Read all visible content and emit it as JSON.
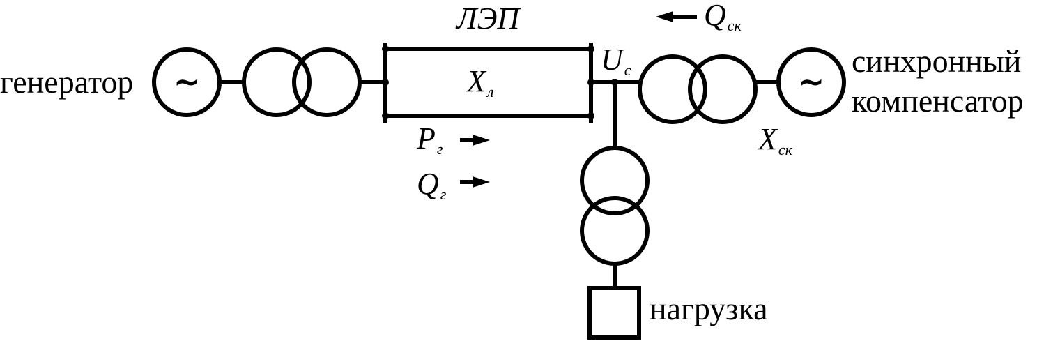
{
  "labels": {
    "generator": "генератор",
    "compensator_line1": "синхронный",
    "compensator_line2": "компенсатор",
    "load": "нагрузка",
    "line_name": "ЛЭП"
  },
  "quantities": {
    "line_reactance": {
      "main": "X",
      "sub": "л"
    },
    "bus_voltage": {
      "main": "U",
      "sub": "с"
    },
    "compensator_reactive_power": {
      "main": "Q",
      "sub": "ск"
    },
    "compensator_reactance": {
      "main": "X",
      "sub": "ск"
    },
    "generator_active_power": {
      "main": "P",
      "sub": "г"
    },
    "generator_reactive_power": {
      "main": "Q",
      "sub": "г"
    }
  },
  "symbols": {
    "ac_source": "~"
  },
  "colors": {
    "stroke": "#000000",
    "background": "#ffffff"
  }
}
